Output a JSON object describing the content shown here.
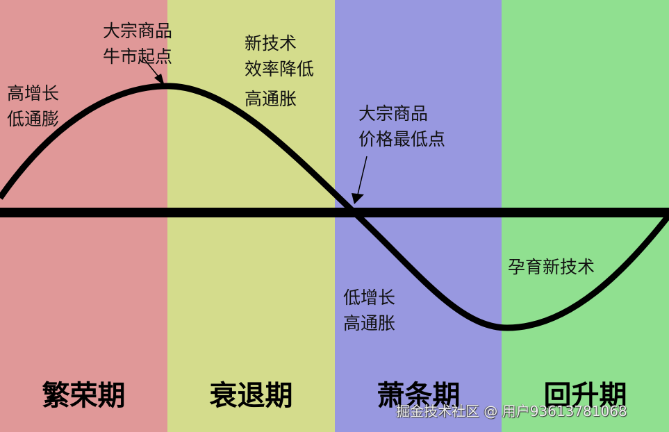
{
  "colors": {
    "prosperity": "#e09898",
    "recession": "#d4dc8c",
    "depression": "#9898e0",
    "recovery": "#90e090",
    "curve": "#000000"
  },
  "phases": [
    {
      "name": "繁荣期",
      "notes": [
        "高增长",
        "低通膨"
      ]
    },
    {
      "name": "衰退期",
      "notes": [
        "新技术",
        "效率降低",
        "高通胀"
      ]
    },
    {
      "name": "萧条期",
      "notes": [
        "低增长",
        "高通胀"
      ]
    },
    {
      "name": "回升期",
      "notes": [
        "孕育新技术"
      ]
    }
  ],
  "annotations": {
    "peak": [
      "大宗商品",
      "牛市起点"
    ],
    "trough_price": [
      "大宗商品",
      "价格最低点"
    ]
  },
  "watermark": "掘金技术社区 @ 用户93613781068"
}
